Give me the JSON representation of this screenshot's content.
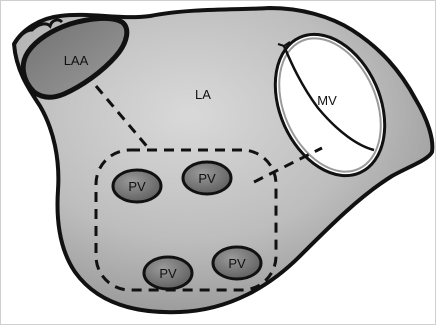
{
  "labels": {
    "laa": "LAA",
    "la": "LA",
    "mv": "MV",
    "pv": [
      "PV",
      "PV",
      "PV",
      "PV"
    ]
  },
  "colors": {
    "atrium_fill": "#b8b8b8",
    "atrium_light": "#d6d6d6",
    "atrium_shadow": "#8e8e8e",
    "laa_fill": "#8a8a8a",
    "pv_fill": "#7a7a7a",
    "mv_fill": "#ffffff",
    "outline": "#111111"
  }
}
